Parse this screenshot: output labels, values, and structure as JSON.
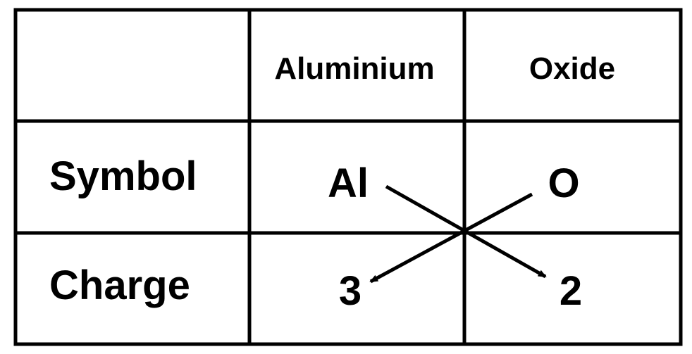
{
  "table": {
    "column_headers": [
      "",
      "Aluminium",
      "Oxide"
    ],
    "rows": [
      {
        "label": "Symbol",
        "values": [
          "Al",
          "O"
        ]
      },
      {
        "label": "Charge",
        "values": [
          "3",
          "2"
        ]
      }
    ]
  },
  "arrows": [
    {
      "from": "Al",
      "to": "2",
      "meaning": "crossover"
    },
    {
      "from": "O",
      "to": "3",
      "meaning": "crossover"
    }
  ],
  "colors": {
    "line": "#000000",
    "background": "#ffffff"
  }
}
